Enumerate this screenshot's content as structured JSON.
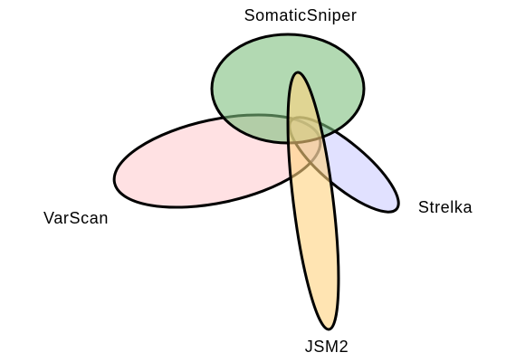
{
  "venn": {
    "sets": [
      {
        "key": "somaticsniper",
        "label": "SomaticSniper",
        "fill": "#7fc07f",
        "opacity": 0.6
      },
      {
        "key": "varscan",
        "label": "VarScan",
        "fill": "#ffb3ba",
        "opacity": 0.4
      },
      {
        "key": "strelka",
        "label": "Strelka",
        "fill": "#b3b3ff",
        "opacity": 0.4
      },
      {
        "key": "jsm2",
        "label": "JSM2",
        "fill": "#ffd27f",
        "opacity": 0.6
      }
    ],
    "outline_color": "#000000"
  }
}
